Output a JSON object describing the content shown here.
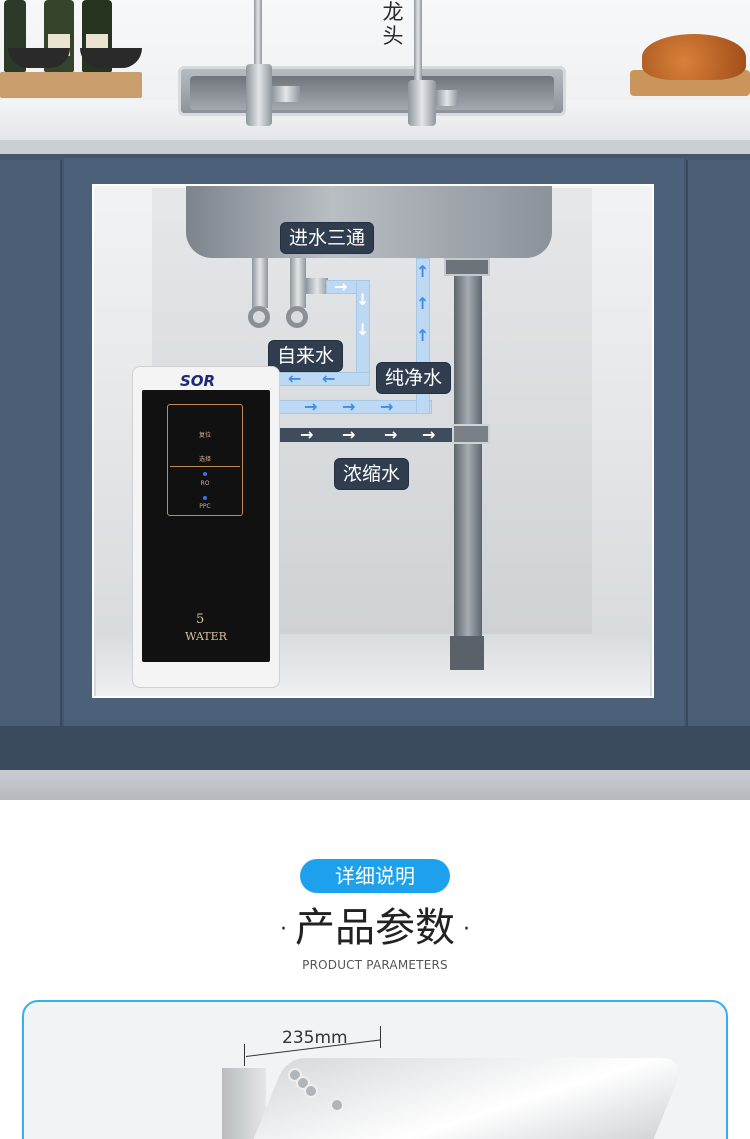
{
  "scene": {
    "faucet_label": "龙头",
    "labels": {
      "inlet_tee": "进水三通",
      "tap_water": "自来水",
      "pure_water": "纯净水",
      "concentrate": "浓缩水"
    },
    "purifier": {
      "brand": "SOR",
      "control_1": "复位",
      "control_2": "选择",
      "control_3": "RO",
      "control_4": "PPC",
      "logo_mark": "5",
      "logo_text": "WATER"
    },
    "colors": {
      "cabinet": "#44566d",
      "pure_pipe": "#bcd8f2",
      "concentrate_pipe": "#3f4c5c",
      "arrow_blue": "#3d8fe3",
      "label_bg": "#2f3d4f"
    }
  },
  "params": {
    "pill": "详细说明",
    "title": "产品参数",
    "bullet": "·",
    "subtitle": "PRODUCT PARAMETERS",
    "dimension_width": "235mm",
    "accent": "#1ea1ec"
  }
}
